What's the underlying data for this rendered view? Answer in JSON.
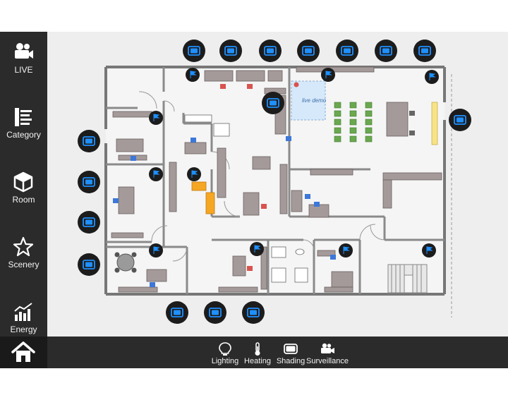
{
  "sidebar": {
    "items": [
      {
        "label": "LIVE",
        "icon": "video-camera-icon"
      },
      {
        "label": "Category",
        "icon": "category-list-icon"
      },
      {
        "label": "Room",
        "icon": "cube-icon"
      },
      {
        "label": "Scenery",
        "icon": "star-icon"
      },
      {
        "label": "Energy",
        "icon": "bar-chart-icon"
      }
    ],
    "home_icon": "home-icon"
  },
  "bottom_bar": {
    "tabs": [
      {
        "label": "Lighting",
        "icon": "lightbulb-icon"
      },
      {
        "label": "Heating",
        "icon": "thermometer-icon"
      },
      {
        "label": "Shading",
        "icon": "blind-icon"
      },
      {
        "label": "Surveillance",
        "icon": "video-camera-icon"
      }
    ]
  },
  "floorplan": {
    "room_label": "live demo",
    "device_icons": [
      "window-blind-icon",
      "flag-marker-icon"
    ],
    "colors": {
      "accent": "#1e90ff",
      "control": "#1c1c1c",
      "furniture": "#8a7f7f",
      "chairs": "#6aa84f",
      "highlight": "#f5a623"
    }
  }
}
